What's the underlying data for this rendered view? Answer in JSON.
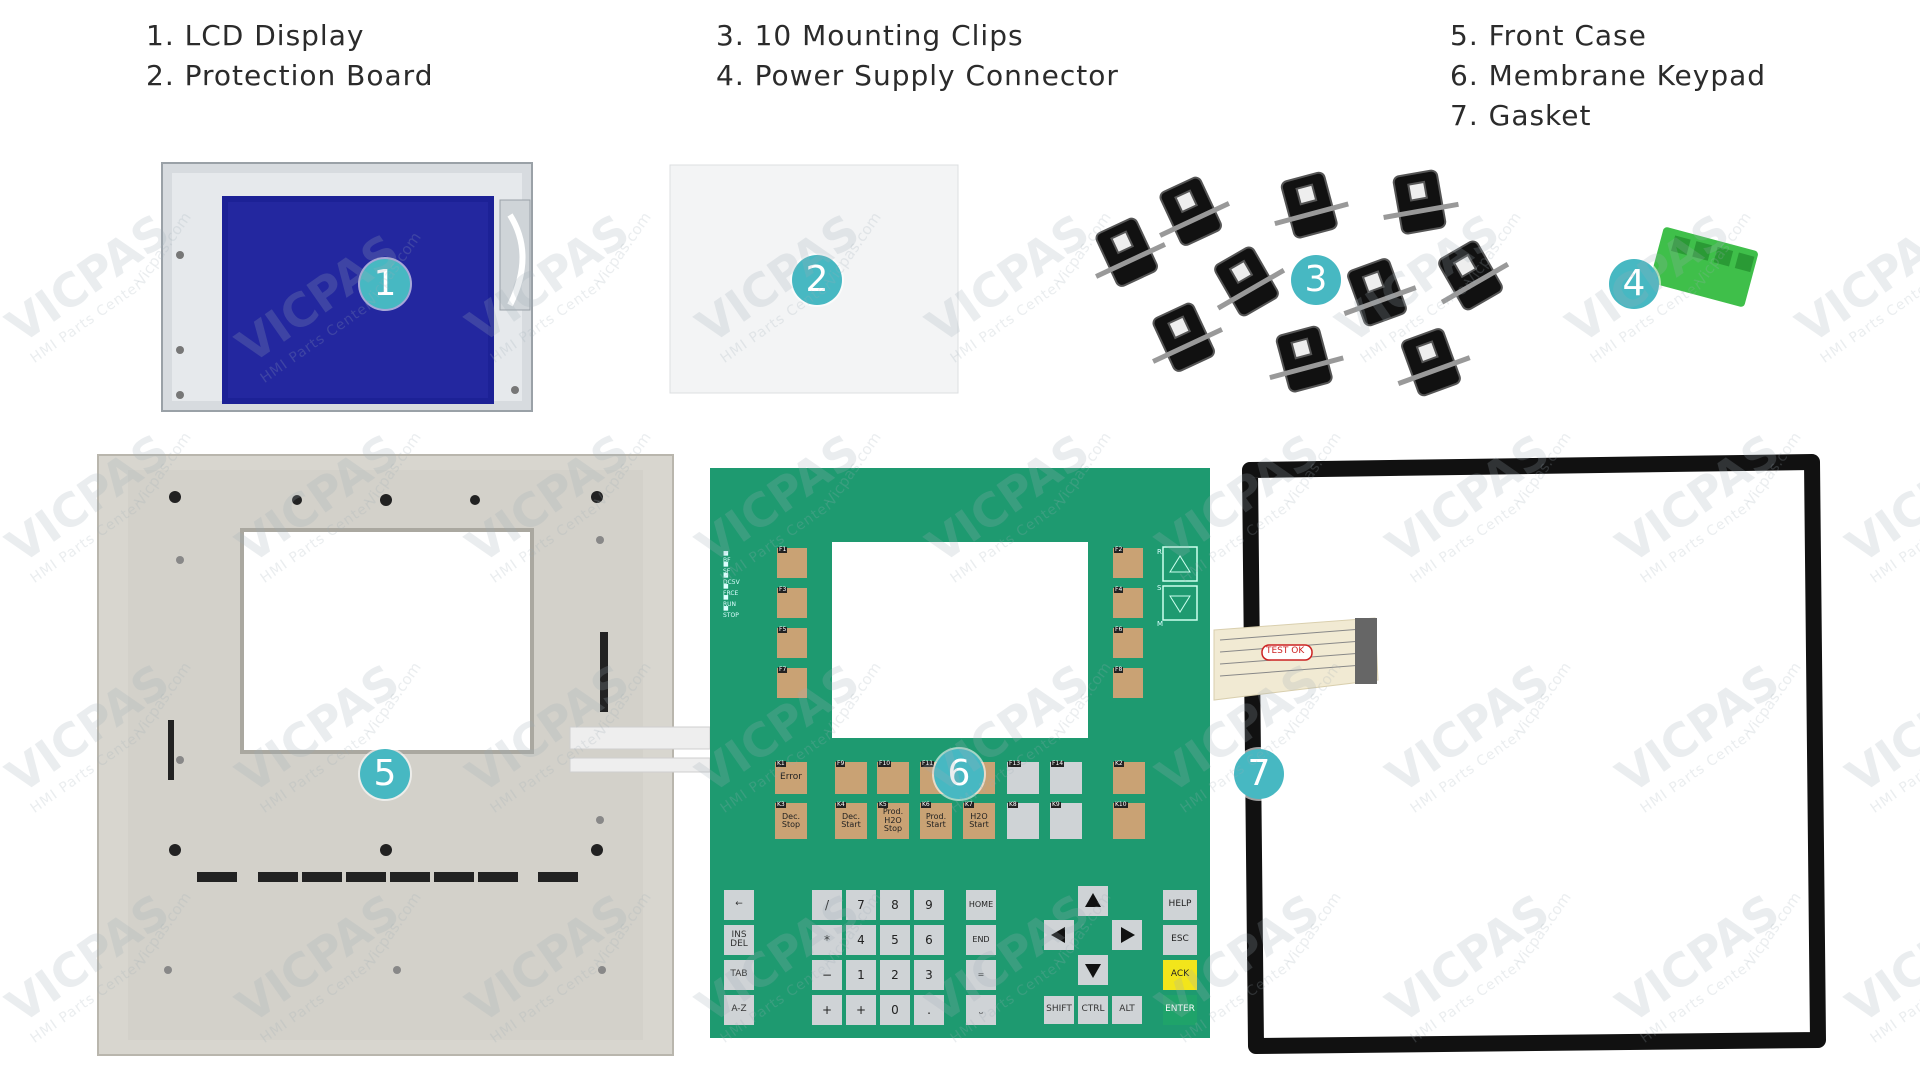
{
  "legend": {
    "col1": [
      "1. LCD Display",
      "2. Protection Board"
    ],
    "col2": [
      "3. 10 Mounting Clips",
      "4. Power Supply Connector"
    ],
    "col3": [
      "5. Front Case",
      "6. Membrane Keypad",
      "7. Gasket"
    ]
  },
  "badges": [
    "1",
    "2",
    "3",
    "4",
    "5",
    "6",
    "7"
  ],
  "watermark": {
    "brand": "VICPAS",
    "tagline": "HMI Parts Center",
    "site": "Vicpas.com"
  },
  "keypad": {
    "status_leds": [
      "BF",
      "SF",
      "DC5V",
      "FRCE",
      "RUN",
      "STOP"
    ],
    "left_fkeys": [
      "F1",
      "F3",
      "F5",
      "F7"
    ],
    "right_fkeys": [
      "F2",
      "F4",
      "F6",
      "F8"
    ],
    "side_letters": [
      "R",
      "S",
      "M"
    ],
    "row1": [
      {
        "tag": "K1",
        "label": "Error"
      },
      {
        "tag": "F9",
        "label": ""
      },
      {
        "tag": "F10",
        "label": ""
      },
      {
        "tag": "F11",
        "label": ""
      },
      {
        "tag": "F12",
        "label": ""
      },
      {
        "tag": "F13",
        "label": ""
      },
      {
        "tag": "F14",
        "label": ""
      },
      {
        "tag": "K2",
        "label": ""
      }
    ],
    "row2": [
      {
        "tag": "K3",
        "label": "Dec.\nStop"
      },
      {
        "tag": "K4",
        "label": "Dec.\nStart"
      },
      {
        "tag": "K5",
        "label": "Prod.\nH2O Stop"
      },
      {
        "tag": "K6",
        "label": "Prod.\nStart"
      },
      {
        "tag": "K7",
        "label": "H2O\nStart"
      },
      {
        "tag": "K8",
        "label": ""
      },
      {
        "tag": "K9",
        "label": ""
      },
      {
        "tag": "K10",
        "label": ""
      }
    ],
    "left_keys": [
      "←",
      "INS\nDEL",
      "TAB",
      "A-Z"
    ],
    "num_keys": [
      [
        "/",
        "7",
        "8",
        "9"
      ],
      [
        "*",
        "4",
        "5",
        "6"
      ],
      [
        "−",
        "1",
        "2",
        "3"
      ],
      [
        "+",
        "+",
        "0",
        "."
      ]
    ],
    "nav_col": [
      "HOME",
      "END",
      "=",
      "⎵"
    ],
    "mod_keys": [
      "SHIFT",
      "CTRL",
      "ALT"
    ],
    "right_keys": [
      "HELP",
      "ESC",
      "ACK",
      "ENTER"
    ]
  },
  "cable_tag": "TEST OK",
  "colors": {
    "badge": "#47b8c2",
    "keypad": "#1e9a70",
    "lcd": "#1c2196",
    "fkey": "#c9a274",
    "ack": "#f2e51b"
  }
}
